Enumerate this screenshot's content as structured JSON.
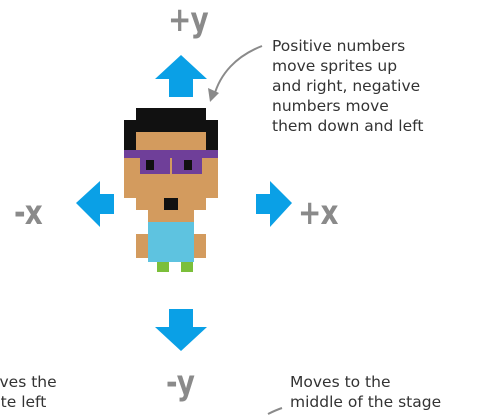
{
  "axes": {
    "plus_y": "+y",
    "minus_x": "-x",
    "plus_x": "+x",
    "minus_y": "-y"
  },
  "notes": {
    "positive": [
      "Positive numbers",
      "move sprites up",
      "and right, negative",
      "numbers move",
      "them down and left"
    ],
    "center": [
      "Moves to the",
      "middle of the stage"
    ],
    "left": [
      "oves the",
      "rite left"
    ]
  },
  "colors": {
    "arrow": "#0aa0e6",
    "label": "#8a8a8a",
    "skin": "#d39b5e",
    "hair": "#111111",
    "glasses": "#6f3f99",
    "shirt": "#5ec3e0",
    "shoes": "#7bbf3a",
    "pointer": "#8a8a8a"
  },
  "icons": [
    "arrow-up-icon",
    "arrow-down-icon",
    "arrow-left-icon",
    "arrow-right-icon",
    "pixel-sprite-character"
  ]
}
